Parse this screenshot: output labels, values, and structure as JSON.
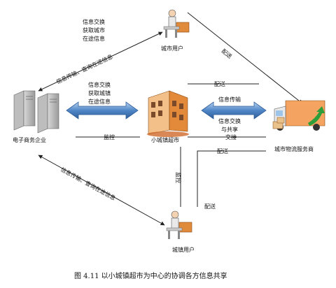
{
  "nodes": {
    "city_user": "城市用户",
    "enterprise": "电子商务企业",
    "supermarket": "小城镇超市",
    "logistics": "城市物流服务商",
    "town_user": "城镇用户"
  },
  "labels": {
    "top_note_1": "信息交换",
    "top_note_2": "获取城市",
    "top_note_3": "在途信息",
    "diag_top_left": "信息传输、查询在途信息",
    "diag_top_right": "配送",
    "mid_note_1": "信息交换",
    "mid_note_2": "获取城镇",
    "mid_note_3": "在途信息",
    "peisong_top": "配送",
    "info_transfer": "信息传输",
    "exchange_share_1": "信息交换",
    "exchange_share_2": "与共享",
    "monitor": "监控",
    "exchange": "交接",
    "peisong_mid": "配送",
    "diag_bottom_left": "信息传输、查询在途信息",
    "vertical_monitor": "监控",
    "peisong_bottom": "配送"
  },
  "caption": "图 4.11  以小城镇超市为中心的协调各方信息共享",
  "colors": {
    "arrow_fill": "#4f86c6",
    "arrow_light": "#9fc1e8",
    "building_orange": "#f0a050",
    "truck_orange": "#f4a460",
    "green_arrow": "#2e9e3a"
  },
  "icons": [
    "user-desk-icon",
    "server-icon",
    "building-icon",
    "truck-icon"
  ]
}
